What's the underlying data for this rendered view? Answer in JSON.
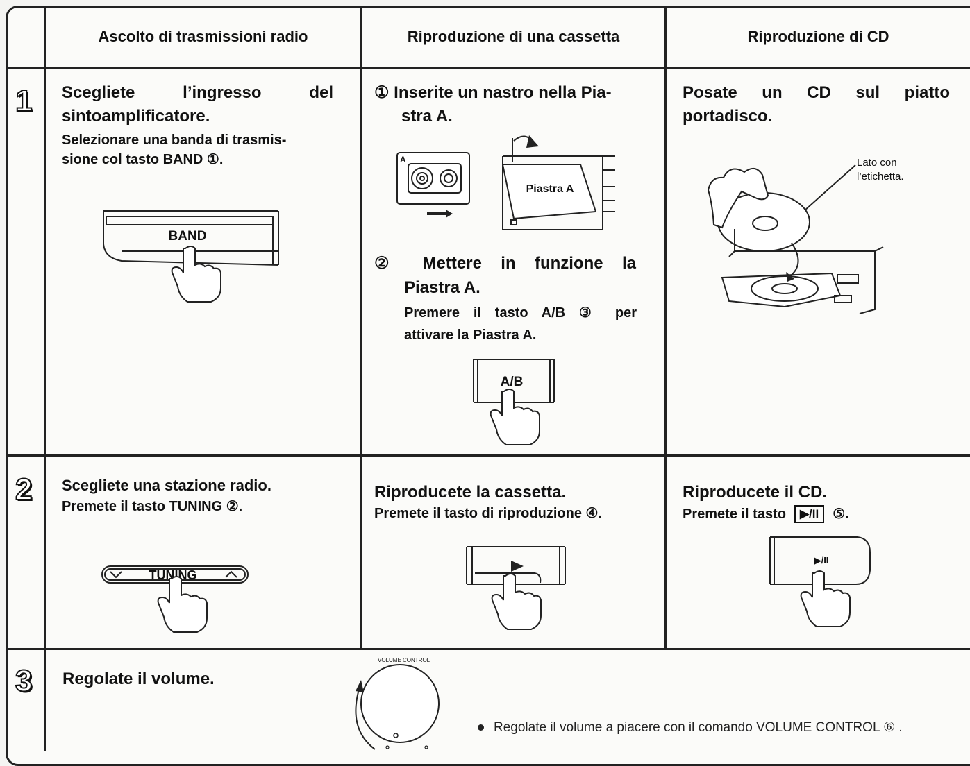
{
  "columns": {
    "radio": "Ascolto di trasmissioni radio",
    "cassette": "Riproduzione di una cassetta",
    "cd": "Riproduzione di CD"
  },
  "steps": {
    "s1": "1",
    "s2": "2",
    "s3": "3"
  },
  "row1": {
    "radio_title_a": "Scegliete l’ingresso del",
    "radio_title_b": "sintoamplificatore.",
    "radio_sub_a": "Selezionare una banda di trasmis-",
    "radio_sub_b": "sione col tasto BAND ①.",
    "radio_button": "BAND",
    "cass_1a": "① Inserite un nastro nella Pia-",
    "cass_1b": "stra A.",
    "cass_label": "Piastra A",
    "cass_tape_mark": "A",
    "cass_2a": "② Mettere in funzione la",
    "cass_2b": "Piastra A.",
    "cass_2c": "Premere il tasto A/B ③ per",
    "cass_2d": "attivare la Piastra A.",
    "cass_button": "A/B",
    "cd_a": "Posate un CD sul piatto",
    "cd_b": "portadisco.",
    "cd_label_a": "Lato con",
    "cd_label_b": "l’etichetta."
  },
  "row2": {
    "radio_title": "Scegliete una stazione radio.",
    "radio_sub": "Premete il tasto TUNING ②.",
    "radio_button": "TUNING",
    "cass_title": "Riproducete la cassetta.",
    "cass_sub": "Premete il tasto di riproduzione ④.",
    "cd_title": "Riproducete il CD.",
    "cd_sub_pre": "Premete il tasto",
    "cd_key": "▶/II",
    "cd_sub_post": "⑤.",
    "cd_button": "▶/II"
  },
  "row3": {
    "title": "Regolate il volume.",
    "knob_label": "VOLUME CONTROL",
    "note": "Regolate il volume a piacere con il comando VOLUME CONTROL ⑥ ."
  }
}
